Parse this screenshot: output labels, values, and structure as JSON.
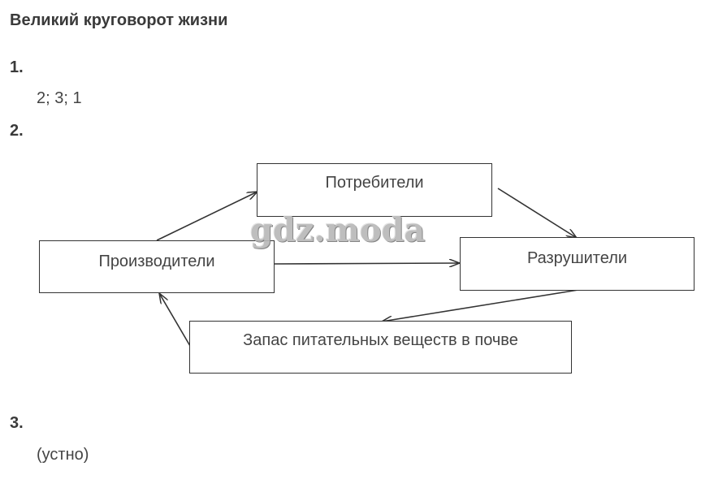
{
  "title": "Великий круговорот жизни",
  "q1": {
    "number": "1.",
    "answer": "2; 3; 1"
  },
  "q2": {
    "number": "2.",
    "diagram": {
      "producers": "Производители",
      "consumers": "Потребители",
      "decomposers": "Разрушители",
      "soil_nutrients": "Запас питательных веществ в почве"
    }
  },
  "q3": {
    "number": "3.",
    "answer": "(устно)"
  },
  "watermark": "gdz.moda"
}
